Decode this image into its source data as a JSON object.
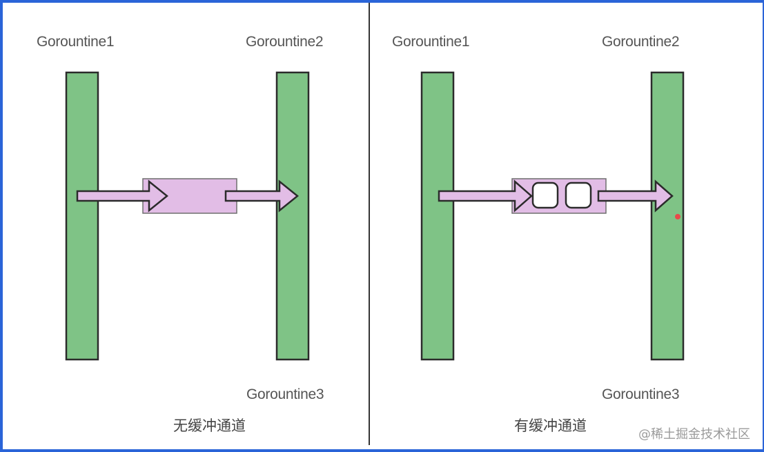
{
  "colors": {
    "frame": "#2a64d8",
    "goroutine_fill": "#7fc386",
    "channel_fill": "#e2bde6",
    "outline": "#2b2b2b",
    "slot_fill": "#ffffff",
    "cursor_dot": "#e84a4a"
  },
  "panels": [
    {
      "id": "unbuffered",
      "caption": "无缓冲通道",
      "goroutine_labels": [
        "Gorountine1",
        "Gorountine2",
        "Gorountine3"
      ],
      "buffer_slots": 0
    },
    {
      "id": "buffered",
      "caption": "有缓冲通道",
      "goroutine_labels": [
        "Gorountine1",
        "Gorountine2",
        "Gorountine3"
      ],
      "buffer_slots": 2
    }
  ],
  "watermark": "@稀土掘金技术社区"
}
